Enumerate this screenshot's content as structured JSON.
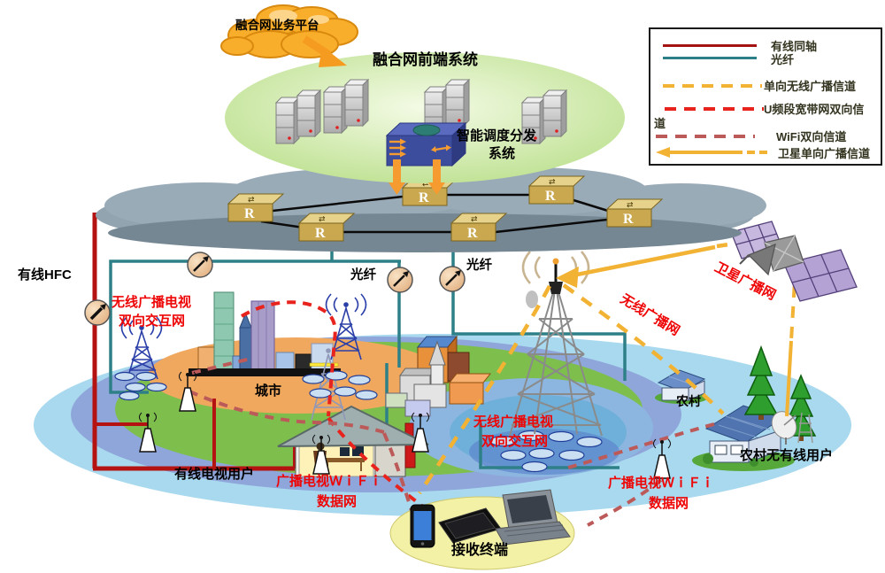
{
  "platform": {
    "label": "融合网业务平台"
  },
  "frontend": {
    "title": "融合网前端系统",
    "dispatch1": "智能调度分发",
    "dispatch2": "系统"
  },
  "core": {
    "router": "R"
  },
  "net_labels": {
    "hfc": "有线HFC",
    "fiber_left": "光纤",
    "fiber_right": "光纤",
    "city": "城市",
    "city_net1": "无线广播电视",
    "city_net2": "双向交互网",
    "town_net1": "无线广播电视",
    "town_net2": "双向交互网",
    "satellite_net": "卫星广播网",
    "wireless_net": "无线广播网",
    "village": "农村",
    "rural_user": "农村无有线用户",
    "cable_user": "有线电视用户",
    "wifi_left1": "广播电视ＷｉＦｉ",
    "wifi_left2": "数据网",
    "wifi_right1": "广播电视ＷｉＦｉ",
    "wifi_right2": "数据网",
    "receiver": "接收终端"
  },
  "legend": {
    "items": [
      {
        "label": "有线同轴",
        "style": "solid",
        "color": "#A51212"
      },
      {
        "label": "光纤",
        "style": "solid",
        "color": "#2E8088"
      },
      {
        "label": "单向无线广播信道",
        "style": "dashed",
        "color": "#F2B233"
      },
      {
        "label": "U频段宽带网双向信",
        "label_wrap": "道",
        "style": "dashed",
        "color": "#E8231D"
      },
      {
        "label": "WiFi双向信道",
        "style": "dashed",
        "color": "#BC5A5A"
      },
      {
        "label": "卫星单向广播信道",
        "style": "arrow",
        "color": "#F2B233"
      }
    ]
  },
  "colors": {
    "coax_red": "#B51212",
    "fiber_teal": "#2E8088",
    "broadcast_yellow": "#F2B233",
    "uband_red": "#E8231D",
    "wifi_brown": "#BC5A5A",
    "cloud_gray": "#93A4B1",
    "platform_orange": "#F9AE2B",
    "frontend_green": "#BCE08E",
    "receiver_yellow": "#F3F1A6"
  }
}
